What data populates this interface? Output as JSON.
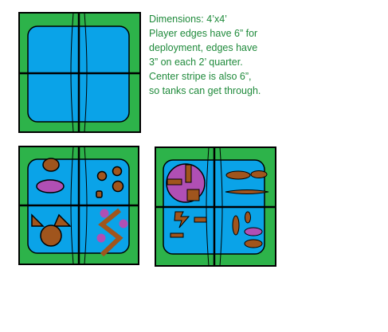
{
  "notes": {
    "lines": [
      "Dimensions: 4’x4’",
      "Player edges have 6” for",
      "deployment, edges have",
      "3” on each 2’ quarter.",
      "Center stripe is also 6”,",
      "so tanks can get through."
    ]
  },
  "colors": {
    "edge_green": "#2db34a",
    "water_blue": "#0aa3e8",
    "outline": "#000000",
    "terrain_brown": "#a0551d",
    "hill_purple": "#b04fb4",
    "note_text": "#1f8a3b"
  },
  "boards": [
    {
      "name": "empty-layout-board",
      "features": []
    },
    {
      "name": "terrain-board-a",
      "features": [
        "brown-circle-icon",
        "purple-oval-icon",
        "brown-triangle-icon",
        "brown-triangle-icon",
        "brown-circle-icon",
        "small-brown-circle-icon",
        "small-brown-circle-icon",
        "small-brown-circle-icon",
        "tiny-brown-circle-icon",
        "zigzag-wall-icon",
        "purple-dot-icon"
      ]
    },
    {
      "name": "terrain-board-b",
      "features": [
        "purple-hill-icon",
        "brown-block-icon",
        "brown-oval-icon",
        "lightning-rock-icon",
        "brown-bar-icon",
        "purple-oval-icon"
      ]
    }
  ]
}
